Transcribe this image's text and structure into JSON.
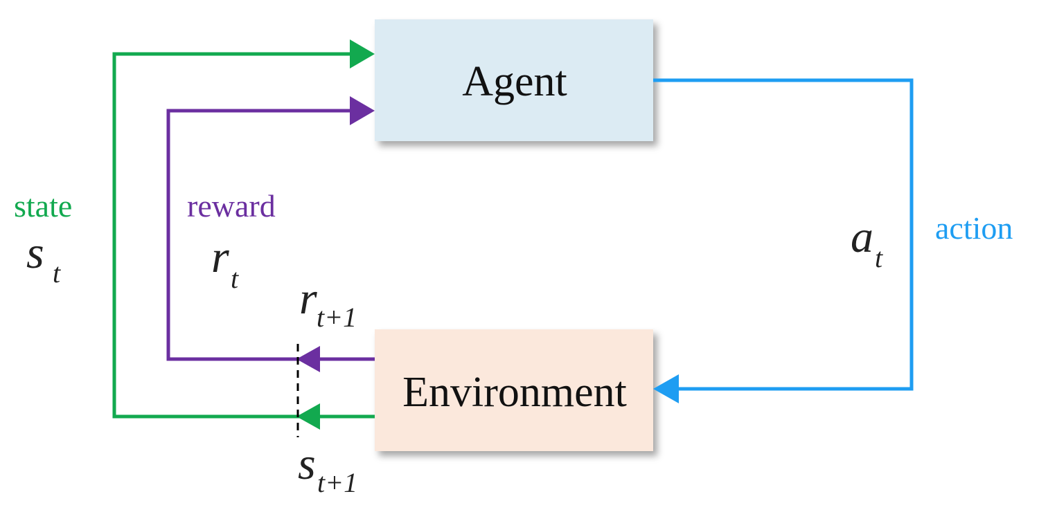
{
  "colors": {
    "state": "#12a94f",
    "reward": "#6b2fa0",
    "action": "#1e9df2",
    "agent_fill": "#dcebf3",
    "environment_fill": "#fbe8dc",
    "text": "#111111"
  },
  "agent": {
    "label": "Agent"
  },
  "environment": {
    "label": "Environment"
  },
  "labels": {
    "state": "state",
    "reward": "reward",
    "action": "action"
  },
  "symbols": {
    "s_t": {
      "base": "s",
      "sub": "t"
    },
    "r_t": {
      "base": "r",
      "sub": "t"
    },
    "a_t": {
      "base": "a",
      "sub": "t"
    },
    "r_t1": {
      "base": "r",
      "sub": "t+1"
    },
    "s_t1": {
      "base": "s",
      "sub": "t+1"
    }
  }
}
